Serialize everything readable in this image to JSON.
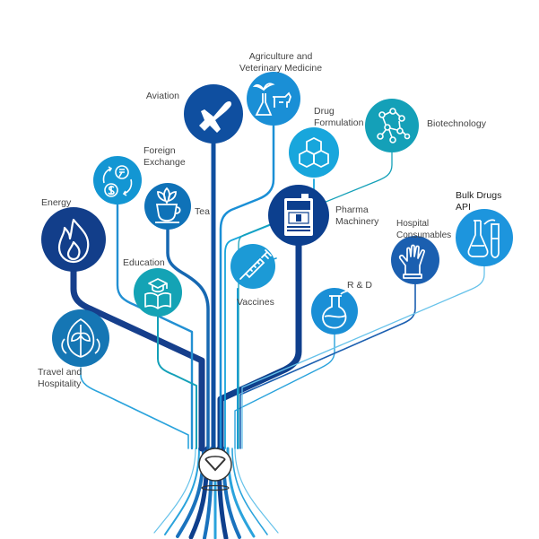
{
  "diagram": {
    "nodes": {
      "agri": {
        "lines": [
          "Agriculture and",
          "Veterinary Medicine"
        ],
        "icon": "cow-plant-flask-icon",
        "color": "#1a8fd6"
      },
      "aviation": {
        "lines": [
          "Aviation"
        ],
        "icon": "airplane-icon",
        "color": "#0f4fa0"
      },
      "drug": {
        "lines": [
          "Drug",
          "Formulation"
        ],
        "icon": "hexagon-molecule-icon",
        "color": "#18a6dc"
      },
      "biotech": {
        "lines": [
          "Biotechnology"
        ],
        "icon": "molecule-icon",
        "color": "#12a5b6"
      },
      "forex": {
        "lines": [
          "Foreign",
          "Exchange"
        ],
        "icon": "currency-exchange-icon",
        "color": "#1396d3"
      },
      "tea": {
        "lines": [
          "Tea"
        ],
        "icon": "tea-cup-icon",
        "color": "#0f72b8"
      },
      "pharma": {
        "lines": [
          "Pharma",
          "Machinery"
        ],
        "icon": "pharma-machine-icon",
        "color": "#0c3f8e"
      },
      "energy": {
        "lines": [
          "Energy"
        ],
        "icon": "flame-icon",
        "color": "#123e8a"
      },
      "hospital": {
        "lines": [
          "Hospital",
          "Consumables"
        ],
        "icon": "glove-icon",
        "color": "#1b5fb0"
      },
      "bulk": {
        "lines": [
          "Bulk Drugs",
          "API"
        ],
        "icon": "lab-flask-icon",
        "color": "#1d95dd"
      },
      "education": {
        "lines": [
          "Education"
        ],
        "icon": "graduation-book-icon",
        "color": "#14a3b5"
      },
      "vaccines": {
        "lines": [
          "Vaccines"
        ],
        "icon": "syringe-icon",
        "color": "#1c9ad6"
      },
      "rd": {
        "lines": [
          "R & D"
        ],
        "icon": "round-flask-icon",
        "color": "#1a8fd6"
      },
      "travel": {
        "lines": [
          "Travel and",
          "Hospitality"
        ],
        "icon": "leaf-emblem-icon",
        "color": "#1576b4"
      }
    },
    "trunk_logo": "logo-emblem-icon",
    "palette": {
      "dark": "#0f3f8c",
      "mid": "#1a72bd",
      "light": "#2aa3dc",
      "teal": "#14a0b8"
    }
  }
}
